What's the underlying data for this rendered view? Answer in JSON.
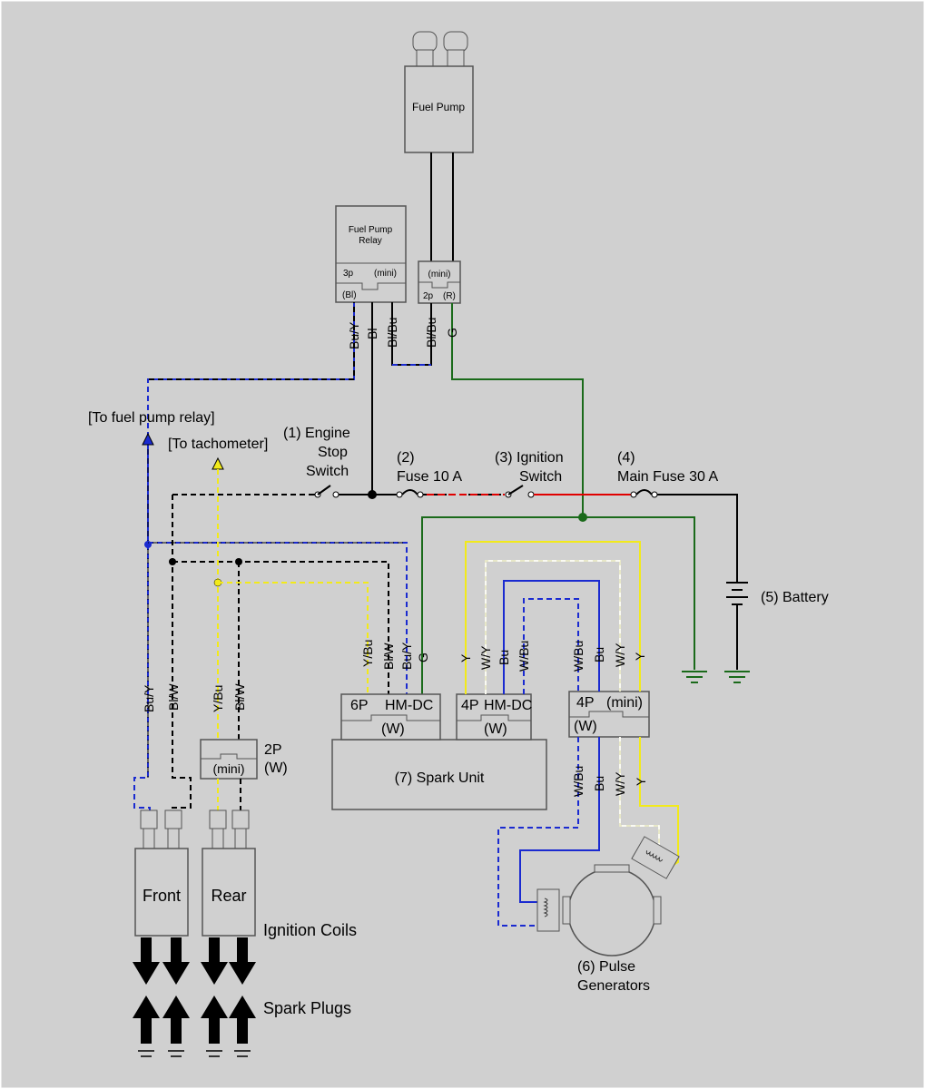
{
  "colors": {
    "background": "#d0d0d0",
    "wire_black": "#000000",
    "wire_green": "#1a6a1a",
    "wire_red": "#e00000",
    "wire_blue": "#1a2ad0",
    "wire_yellow": "#f2ea1a",
    "wire_white": "#ffffff"
  },
  "components": {
    "fuel_pump": "Fuel Pump",
    "fuel_pump_relay_1": "Fuel Pump",
    "fuel_pump_relay_2": "Relay",
    "relay_3p": "3p",
    "relay_mini": "(mini)",
    "relay_bl": "(Bl)",
    "pump_conn_mini": "(mini)",
    "pump_conn_2p": "2p",
    "pump_conn_r": "(R)",
    "engine_stop_1": "(1) Engine",
    "engine_stop_2": "Stop",
    "engine_stop_3": "Switch",
    "fuse10_1": "(2)",
    "fuse10_2": "Fuse 10 A",
    "ign_switch_1": "(3) Ignition",
    "ign_switch_2": "Switch",
    "main_fuse_1": "(4)",
    "main_fuse_2": "Main Fuse 30 A",
    "battery": "(5) Battery",
    "to_fuel_pump_relay": "[To fuel pump relay]",
    "to_tachometer": "[To tachometer]",
    "conn_2p_1": "2P",
    "conn_2p_2": "(W)",
    "conn_2p_mini": "(mini)",
    "spark_unit": "(7) Spark Unit",
    "c6p": "6P",
    "c6p_hm": "HM-DC",
    "c6p_w": "(W)",
    "c4p": "4P",
    "c4p_hm": "HM-DC",
    "c4p_w": "(W)",
    "c4p2": "4P",
    "c4p2_mini": "(mini)",
    "c4p2_w": "(W)",
    "coil_front": "Front",
    "coil_rear": "Rear",
    "ignition_coils": "Ignition Coils",
    "spark_plugs": "Spark Plugs",
    "pulse_gen_1": "(6)  Pulse",
    "pulse_gen_2": "Generators"
  },
  "wire_labels": {
    "relay_buy": "Bu/Y",
    "relay_bl": "Bl",
    "relay_blbu": "Bl/Bu",
    "pump_blbu": "Bl/Bu",
    "pump_g": "G",
    "coil_buy": "Bu/Y",
    "coil_blw": "Bl/W",
    "coil_ybu": "Y/Bu",
    "coil_blw2": "Bl/W",
    "su_ybu": "Y/Bu",
    "su_blw": "Bl/W",
    "su_buy": "Bu/Y",
    "su_g": "G",
    "su_y": "Y",
    "su_wy": "W/Y",
    "su_bu": "Bu",
    "su_wbu": "W/Bu",
    "pg_wbu": "W/Bu",
    "pg_bu": "Bu",
    "pg_wy": "W/Y",
    "pg_y": "Y",
    "pg2_wbu": "W/Bu",
    "pg2_bu": "Bu",
    "pg2_wy": "W/Y",
    "pg2_y": "Y"
  }
}
